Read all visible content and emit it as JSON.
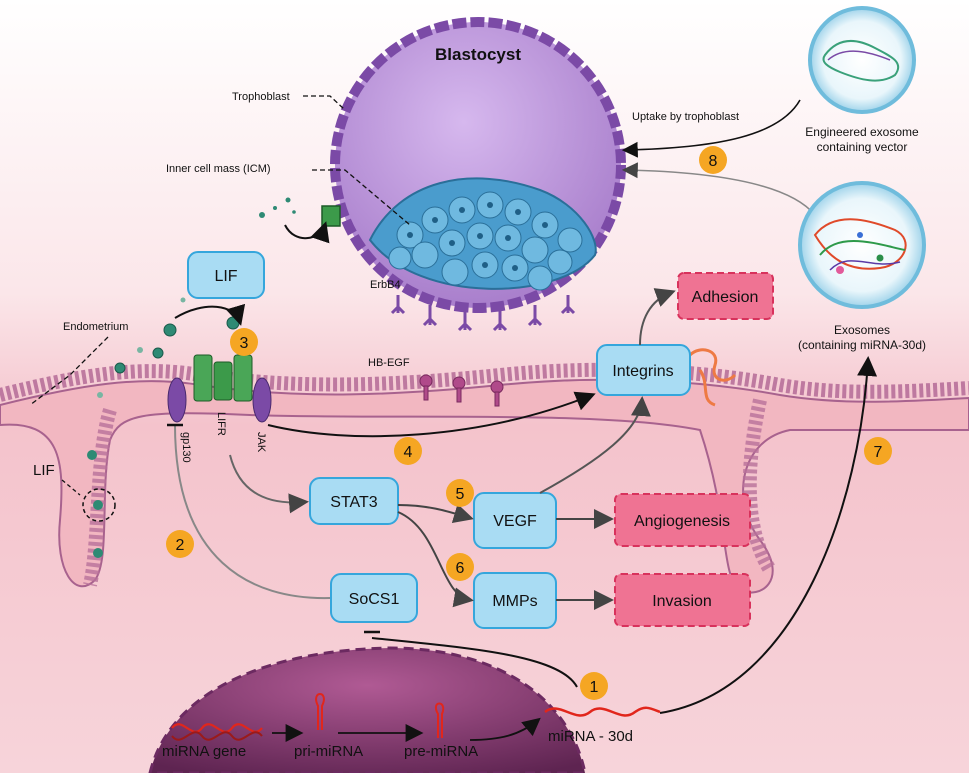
{
  "labels": {
    "blastocyst": "Blastocyst",
    "trophoblast": "Trophoblast",
    "icm": "Inner cell mass (ICM)",
    "erbb4": "ErbB4",
    "uptake": "Uptake by trophoblast",
    "engineered_line1": "Engineered exosome",
    "engineered_line2": "containing vector",
    "lif_box": "LIF",
    "endometrium": "Endometrium",
    "hbegf": "HB-EGF",
    "gp130": "gp130",
    "lifr": "LIFR",
    "jak": "JAK",
    "lif_side": "LIF",
    "exosomes_line1": "Exosomes",
    "exosomes_line2": "(containing miRNA-30d)",
    "mirna_gene": "miRNA gene",
    "pri_mirna": "pri-miRNA",
    "pre_mirna": "pre-miRNA",
    "mirna_30d": "miRNA - 30d"
  },
  "boxes": {
    "integrins": "Integrins",
    "stat3": "STAT3",
    "vegf": "VEGF",
    "mmps": "MMPs",
    "socs1": "SoCS1"
  },
  "outcomes": {
    "adhesion": "Adhesion",
    "angiogenesis": "Angiogenesis",
    "invasion": "Invasion"
  },
  "steps": [
    "1",
    "2",
    "3",
    "4",
    "5",
    "6",
    "7",
    "8"
  ],
  "colors": {
    "tissue": "#f6c9cf",
    "membrane": "#b8709a",
    "blastocyst": "#b98fd6",
    "box_fill": "#a9dcf3",
    "box_stroke": "#35a6dc",
    "outcome_fill": "#ef7393",
    "outcome_stroke": "#d8325c",
    "step_badge": "#f5a623",
    "nucleus": "#7a3a6e",
    "receptor": "#3c9a4a",
    "mirna": "#e1261c"
  }
}
